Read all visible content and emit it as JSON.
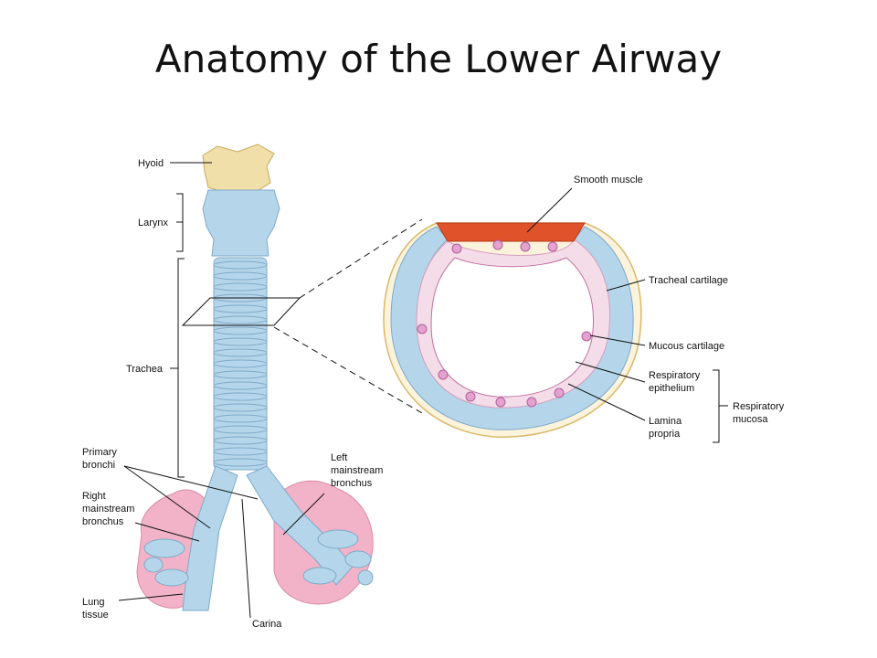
{
  "title": "Anatomy of the Lower Airway",
  "labels": {
    "hyoid": "Hyoid",
    "larynx": "Larynx",
    "trachea": "Trachea",
    "primary_bronchi_1": "Primary",
    "primary_bronchi_2": "bronchi",
    "right_main_1": "Right",
    "right_main_2": "mainstream",
    "right_main_3": "bronchus",
    "lung_tissue_1": "Lung",
    "lung_tissue_2": "tissue",
    "carina": "Carina",
    "left_main_1": "Left",
    "left_main_2": "mainstream",
    "left_main_3": "bronchus",
    "smooth_muscle": "Smooth muscle",
    "tracheal_cartilage": "Tracheal cartilage",
    "mucous_cartilage": "Mucous cartilage",
    "resp_epi_1": "Respiratory",
    "resp_epi_2": "epithelium",
    "lamina_1": "Lamina",
    "lamina_2": "propria",
    "resp_mucosa_1": "Respiratory",
    "resp_mucosa_2": "mucosa"
  },
  "colors": {
    "cartilage_blue": "#b5d6ea",
    "cartilage_edge": "#7fa9c8",
    "hyoid_cream": "#f0dfa8",
    "lung_pink": "#f2b3c8",
    "smooth_muscle_red": "#e0522a",
    "mucosa_pink": "#f4dde8"
  }
}
